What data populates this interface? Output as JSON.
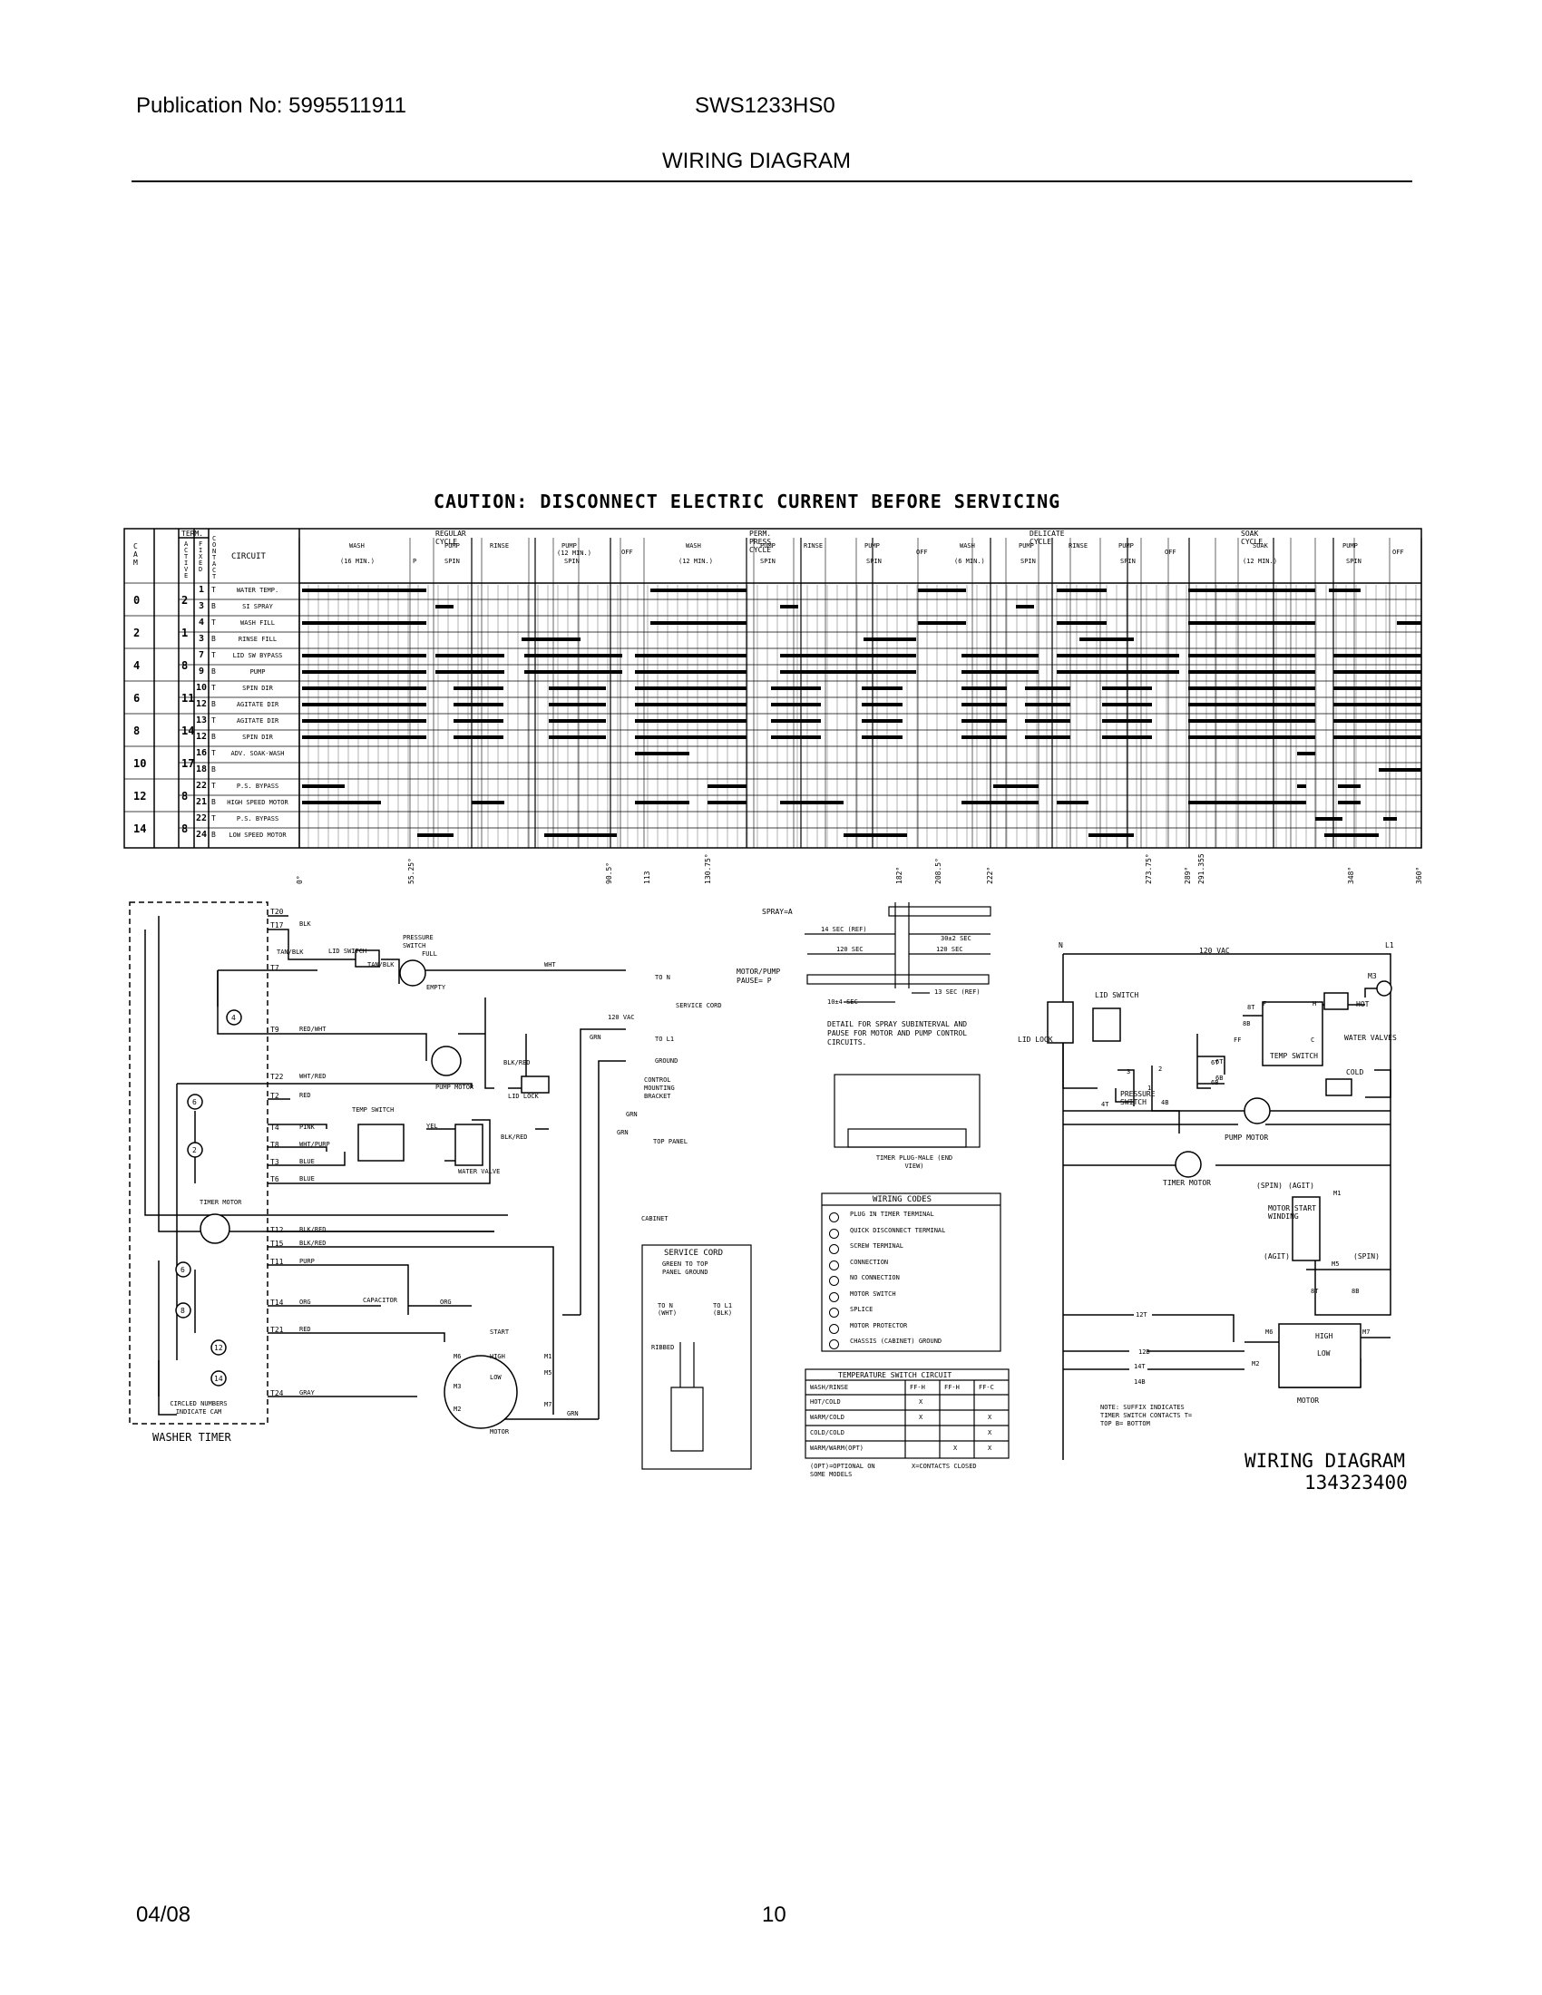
{
  "header": {
    "publication": "Publication No: 5995511911",
    "model": "SWS1233HS0",
    "section_title": "WIRING DIAGRAM"
  },
  "footer": {
    "date": "04/08",
    "page_number": "10"
  },
  "caution": "CAUTION: DISCONNECT ELECTRIC CURRENT BEFORE SERVICING",
  "timer_chart": {
    "col_headers": {
      "term": "TERM.",
      "cam": "CAM",
      "active": "ACTIVE",
      "fixed": "FIXED",
      "contact": "CONTACT",
      "circuit": "CIRCUIT"
    },
    "cycle_groups": [
      "REGULAR CYCLE",
      "PERM. PRESS CYCLE",
      "DELICATE CYCLE",
      "SOAK CYCLE"
    ],
    "phase_labels": {
      "wash": "WASH",
      "pump": "PUMP",
      "rinse": "RINSE",
      "off": "OFF",
      "soak": "SOAK",
      "p": "P",
      "spin": "SPIN",
      "wash16": "(16 MIN.)",
      "wash12": "(12 MIN.)",
      "wash6": "(6 MIN.)",
      "pump12": "(12 MIN.)"
    },
    "rows": [
      {
        "cam": "0",
        "active": "2",
        "fixed": "1",
        "contact": "T",
        "circuit": "WATER TEMP."
      },
      {
        "cam": "",
        "active": "",
        "fixed": "3",
        "contact": "B",
        "circuit": "SI SPRAY"
      },
      {
        "cam": "2",
        "active": "1",
        "fixed": "4",
        "contact": "T",
        "circuit": "WASH FILL"
      },
      {
        "cam": "",
        "active": "",
        "fixed": "3",
        "contact": "B",
        "circuit": "RINSE FILL"
      },
      {
        "cam": "4",
        "active": "8",
        "fixed": "7",
        "contact": "T",
        "circuit": "LID SW BYPASS"
      },
      {
        "cam": "",
        "active": "",
        "fixed": "9",
        "contact": "B",
        "circuit": "PUMP"
      },
      {
        "cam": "6",
        "active": "11",
        "fixed": "10",
        "contact": "T",
        "circuit": "SPIN DIR"
      },
      {
        "cam": "",
        "active": "",
        "fixed": "12",
        "contact": "B",
        "circuit": "AGITATE DIR"
      },
      {
        "cam": "8",
        "active": "14",
        "fixed": "13",
        "contact": "T",
        "circuit": "AGITATE DIR"
      },
      {
        "cam": "",
        "active": "",
        "fixed": "12",
        "contact": "B",
        "circuit": "SPIN DIR"
      },
      {
        "cam": "10",
        "active": "17",
        "fixed": "16",
        "contact": "T",
        "circuit": "ADV. SOAK-WASH"
      },
      {
        "cam": "",
        "active": "",
        "fixed": "18",
        "contact": "B",
        "circuit": ""
      },
      {
        "cam": "12",
        "active": "8",
        "fixed": "22",
        "contact": "T",
        "circuit": "P.S. BYPASS"
      },
      {
        "cam": "",
        "active": "",
        "fixed": "21",
        "contact": "B",
        "circuit": "HIGH SPEED MOTOR"
      },
      {
        "cam": "14",
        "active": "8",
        "fixed": "22",
        "contact": "T",
        "circuit": "P.S. BYPASS"
      },
      {
        "cam": "",
        "active": "",
        "fixed": "24",
        "contact": "B",
        "circuit": "LOW SPEED MOTOR"
      }
    ],
    "angle_ticks": [
      "0°",
      "55.25°",
      "90.5°",
      "113",
      "130.75°",
      "182°",
      "208.5°",
      "222°",
      "273.75°",
      "289°",
      "291.355",
      "348°",
      "360°"
    ]
  },
  "washer_timer": {
    "title": "WASHER TIMER",
    "note": "CIRCLED NUMBERS INDICATE CAM",
    "terminals": [
      "T20",
      "T17",
      "T7",
      "T9",
      "T22",
      "T2",
      "T4",
      "T8",
      "T3",
      "T6",
      "T12",
      "T15",
      "T11",
      "T14",
      "T21",
      "T24"
    ],
    "wire_labels": [
      "BLK",
      "TAN/BLK",
      "LID SWITCH",
      "TAN/BLK",
      "RED/WHT",
      "WHT/RED",
      "RED",
      "PINK",
      "WHT/PURP",
      "BLUE",
      "BLUE",
      "BLK/RED",
      "BLK/RED",
      "PURP",
      "ORG",
      "RED",
      "GRAY",
      "WHT",
      "BLK/RED",
      "YEL",
      "BLK/RED",
      "ORG",
      "GRN",
      "GRN",
      "GRN",
      "GRN"
    ],
    "component_labels": [
      "PRESSURE SWITCH",
      "FULL",
      "EMPTY",
      "PUMP MOTOR",
      "LID LOCK",
      "TEMP SWITCH",
      "WATER VALVE",
      "TIMER MOTOR",
      "CAPACITOR",
      "START",
      "HIGH",
      "LOW",
      "MOTOR",
      "CONTROL MOUNTING BRACKET",
      "TOP PANEL",
      "CABINET",
      "SERVICE CORD",
      "120 VAC",
      "TO N",
      "TO L1",
      "GROUND"
    ],
    "cam_numbers": [
      "4",
      "6",
      "2",
      "6",
      "8",
      "12",
      "14"
    ],
    "motor_terminals": [
      "M6",
      "M1",
      "M5",
      "M3",
      "M2",
      "M7"
    ]
  },
  "spray_timing": {
    "spray_label": "SPRAY=A",
    "motor_pump_label": "MOTOR/PUMP PAUSE= P",
    "times": [
      "14 SEC (REF)",
      "30±2 SEC",
      "120 SEC",
      "120 SEC",
      "13 SEC (REF)",
      "10±4 SEC"
    ],
    "detail": "DETAIL FOR SPRAY SUBINTERVAL AND PAUSE FOR MOTOR AND PUMP CONTROL CIRCUITS."
  },
  "timer_plug": {
    "label": "TIMER PLUG-MALE (END VIEW)"
  },
  "service_cord": {
    "title": "SERVICE CORD",
    "lines": [
      "GREEN TO TOP",
      "PANEL GROUND"
    ],
    "to_n": "TO N (WHT)",
    "to_l1": "TO L1 (BLK)",
    "ribbed": "RIBBED"
  },
  "wiring_codes": {
    "title": "WIRING CODES",
    "items": [
      "PLUG IN TIMER TERMINAL",
      "QUICK DISCONNECT TERMINAL",
      "SCREW TERMINAL",
      "CONNECTION",
      "NO CONNECTION",
      "MOTOR SWITCH",
      "SPLICE",
      "MOTOR PROTECTOR",
      "CHASSIS (CABINET) GROUND"
    ]
  },
  "temp_switch_table": {
    "title": "TEMPERATURE SWITCH CIRCUIT",
    "headers": [
      "WASH/RINSE",
      "FF-H",
      "FF-H",
      "FF-C"
    ],
    "rows": [
      [
        "HOT/COLD",
        "X",
        "",
        ""
      ],
      [
        "WARM/COLD",
        "X",
        "",
        "X"
      ],
      [
        "COLD/COLD",
        "",
        "",
        "X"
      ],
      [
        "WARM/WARM(OPT)",
        "",
        "X",
        "X"
      ]
    ],
    "note_left": "(OPT)=OPTIONAL ON SOME MODELS",
    "note_right": "X=CONTACTS CLOSED"
  },
  "schematic": {
    "labels": [
      "N",
      "L1",
      "120 VAC",
      "M3",
      "HOT",
      "LID SWITCH",
      "LID LOCK",
      "WATER VALVES",
      "TEMP SWITCH",
      "COLD",
      "PRESSURE SWITCH",
      "PUMP MOTOR",
      "TIMER MOTOR",
      "MOTOR START WINDING",
      "(SPIN)",
      "(AGIT)",
      "(AGIT)",
      "(SPIN)",
      "HIGH",
      "LOW",
      "MOTOR"
    ],
    "contacts": [
      "F",
      "H",
      "8T",
      "8B",
      "FF",
      "C",
      "2",
      "1",
      "6T",
      "6B",
      "4T",
      "4B",
      "3",
      "6T",
      "6B",
      "12T",
      "12B",
      "14T",
      "14B",
      "M1",
      "M5",
      "M6",
      "M2",
      "M7",
      "8T",
      "8B"
    ],
    "note": "NOTE: SUFFIX INDICATES TIMER SWITCH CONTACTS T= TOP B= BOTTOM"
  },
  "diagram_footer": {
    "title": "WIRING DIAGRAM",
    "part_number": "134323400"
  }
}
